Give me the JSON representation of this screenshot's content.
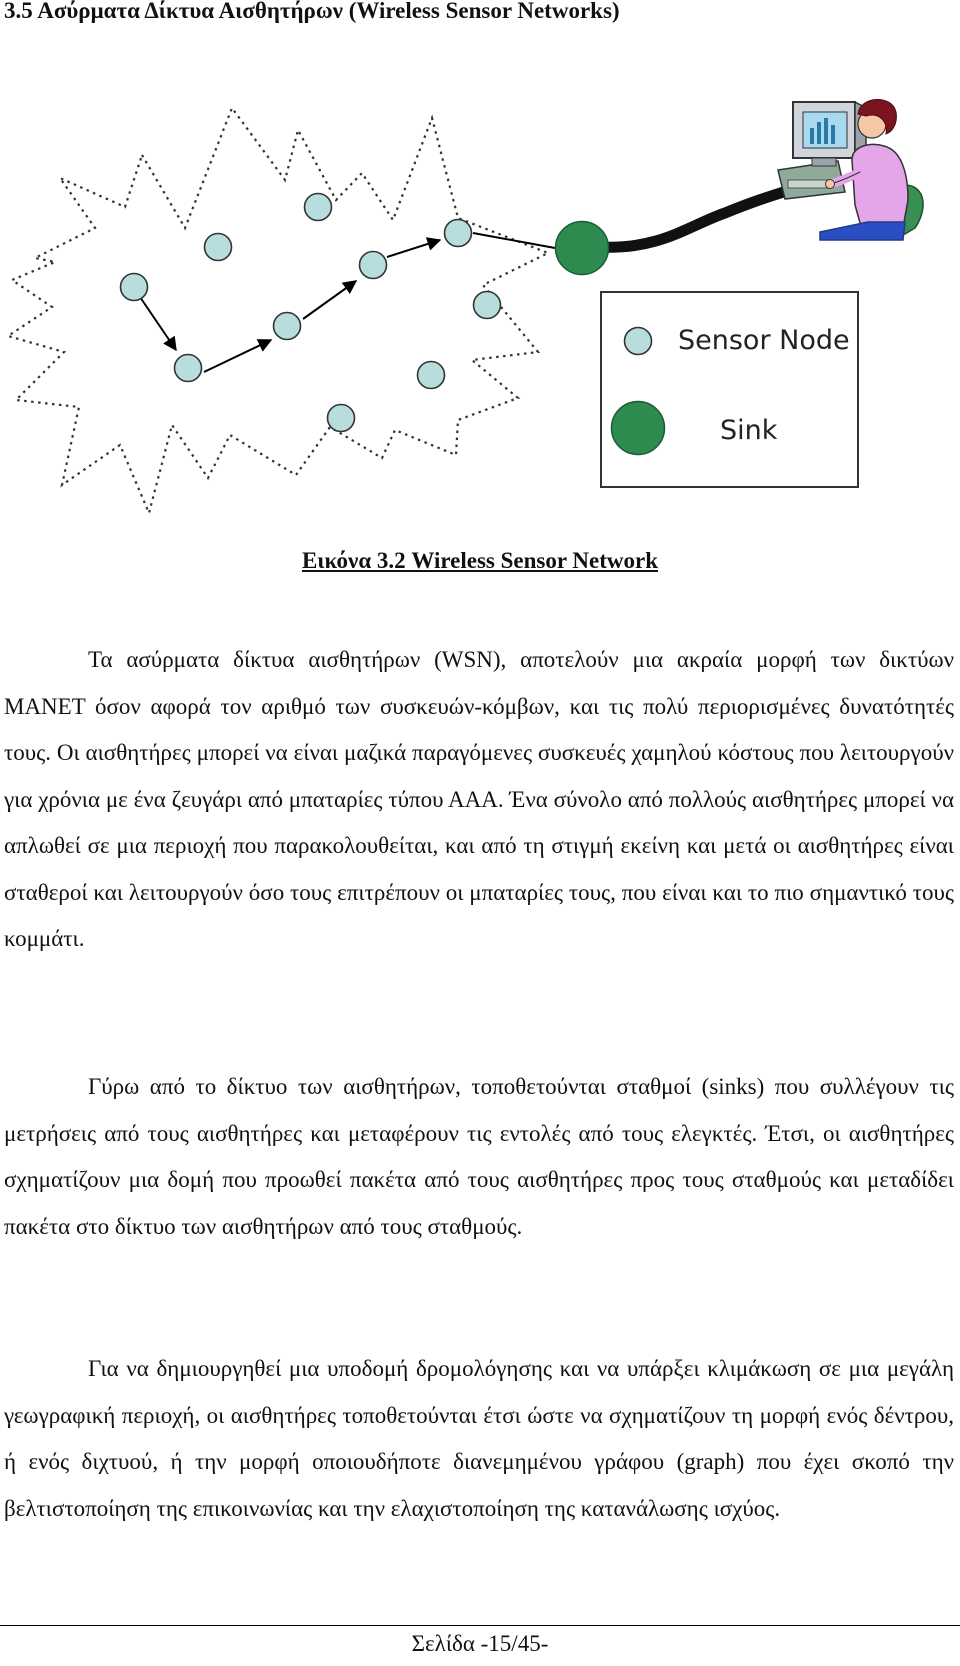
{
  "heading": "3.5 Ασύρματα Δίκτυα Αισθητήρων (Wireless Sensor Networks)",
  "figure": {
    "legend": {
      "sensor_node_label": "Sensor Node",
      "sink_label": "Sink"
    },
    "colors": {
      "sensor_node": "#b7dedd",
      "sink": "#2e8b50",
      "cloud_outline": "#333333"
    }
  },
  "caption": "Εικόνα 3.2 Wireless Sensor Network",
  "paragraphs": [
    "Τα ασύρματα δίκτυα αισθητήρων (WSN), αποτελούν μια ακραία μορφή των δικτύων MANET όσον αφορά τον αριθμό των συσκευών-κόμβων, και τις πολύ περιορισμένες δυνατότητές τους. Οι αισθητήρες μπορεί να είναι μαζικά παραγόμενες συσκευές χαμηλού κόστους που λειτουργούν για χρόνια με ένα ζευγάρι από μπαταρίες τύπου ΑΑΑ. Ένα σύνολο από πολλούς αισθητήρες μπορεί να απλωθεί σε μια περιοχή που παρακολουθείται, και από τη στιγμή εκείνη και μετά οι αισθητήρες είναι σταθεροί και λειτουργούν όσο τους επιτρέπουν οι μπαταρίες τους, που είναι και το πιο σημαντικό τους κομμάτι.",
    "Γύρω από το δίκτυο των αισθητήρων, τοποθετούνται σταθμοί (sinks) που συλλέγουν τις μετρήσεις από τους αισθητήρες και μεταφέρουν τις εντολές από τους ελεγκτές. Έτσι, οι αισθητήρες σχηματίζουν μια δομή που προωθεί πακέτα από τους αισθητήρες προς τους σταθμούς και μεταδίδει πακέτα στο δίκτυο των αισθητήρων από τους σταθμούς.",
    "Για να δημιουργηθεί μια υποδομή δρομολόγησης και να υπάρξει κλιμάκωση σε μια μεγάλη γεωγραφική περιοχή, οι αισθητήρες τοποθετούνται έτσι ώστε να σχηματίζουν τη μορφή ενός δέντρου, ή ενός διχτυού, ή την μορφή οποιουδήποτε διανεμημένου γράφου (graph) που έχει σκοπό την βελτιστοποίηση της επικοινωνίας και την ελαχιστοποίηση της κατανάλωσης ισχύος."
  ],
  "footer": "Σελίδα -15/45-"
}
